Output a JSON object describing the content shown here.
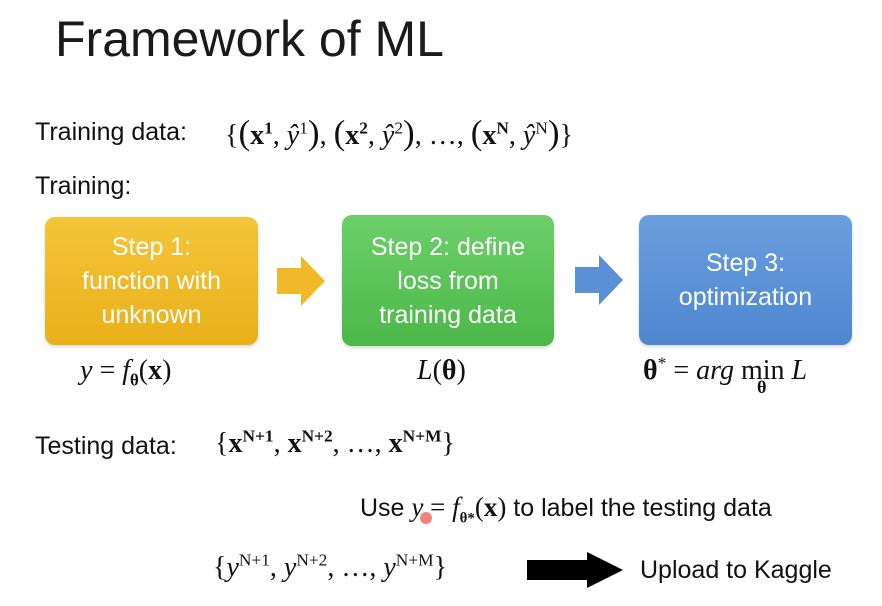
{
  "title": "Framework of ML",
  "training_data": {
    "label": "Training data:",
    "set": "{(x1, ŷ1), (x2, ŷ2), …, (xN, ŷN)}"
  },
  "training": {
    "label": "Training:"
  },
  "steps": [
    {
      "label": "Step 1:\nfunction with\nunknown",
      "color": "#eab01a",
      "equation": "y = fθ(x)"
    },
    {
      "label": "Step 2: define\nloss from\ntraining data",
      "color": "#4cb848",
      "equation": "L(θ)"
    },
    {
      "label": "Step 3:\noptimization",
      "color": "#4f86cf",
      "equation": "θ* = arg min L"
    }
  ],
  "arrow_colors": [
    "#f1b92a",
    "#5a91d6"
  ],
  "testing_data": {
    "label": "Testing data:",
    "set": "{xN+1, xN+2, …, xN+M}"
  },
  "use_line": {
    "prefix": "Use",
    "formula": "y = fθ*(x)",
    "suffix": "to label the testing data"
  },
  "output": {
    "set": "{yN+1, yN+2, …, yN+M}",
    "upload": "Upload to Kaggle"
  }
}
